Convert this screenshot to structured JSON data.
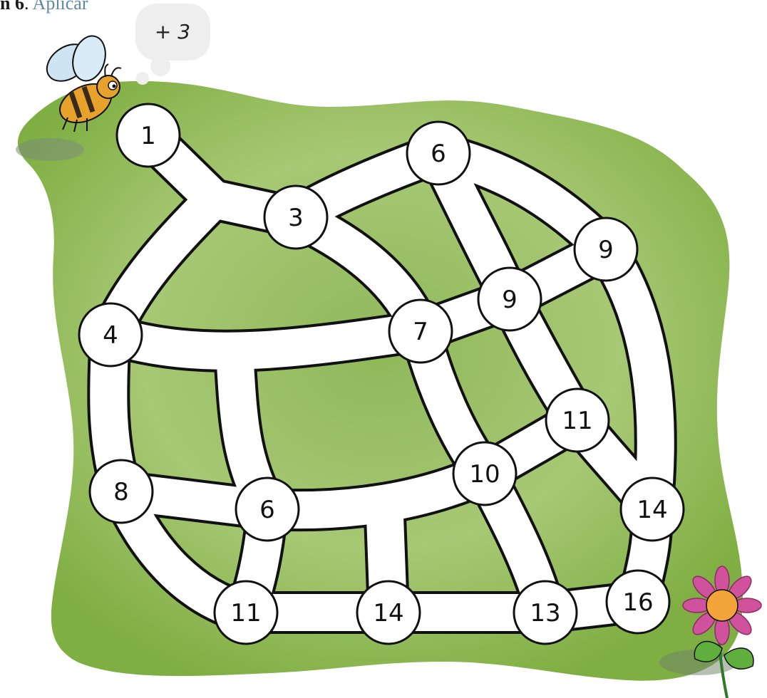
{
  "header": {
    "number": "n 6",
    "separator": ".",
    "word": "Aplicar"
  },
  "thought_bubble": {
    "text": "+ 3"
  },
  "colors": {
    "grass": "#86b04c",
    "grass_light": "#a9cc6e",
    "path": "#ffffff",
    "outline": "#111111",
    "bee_body": "#e6a22a",
    "flower_petals": "#d0529c",
    "flower_center": "#f2a33a"
  },
  "nodes": [
    {
      "id": "n1",
      "label": "1"
    },
    {
      "id": "n3",
      "label": "3"
    },
    {
      "id": "n6a",
      "label": "6"
    },
    {
      "id": "n9a",
      "label": "9"
    },
    {
      "id": "n9b",
      "label": "9"
    },
    {
      "id": "n4",
      "label": "4"
    },
    {
      "id": "n7",
      "label": "7"
    },
    {
      "id": "n11a",
      "label": "11"
    },
    {
      "id": "n10",
      "label": "10"
    },
    {
      "id": "n14a",
      "label": "14"
    },
    {
      "id": "n8",
      "label": "8"
    },
    {
      "id": "n6b",
      "label": "6"
    },
    {
      "id": "n11b",
      "label": "11"
    },
    {
      "id": "n14b",
      "label": "14"
    },
    {
      "id": "n13",
      "label": "13"
    },
    {
      "id": "n16",
      "label": "16"
    }
  ]
}
